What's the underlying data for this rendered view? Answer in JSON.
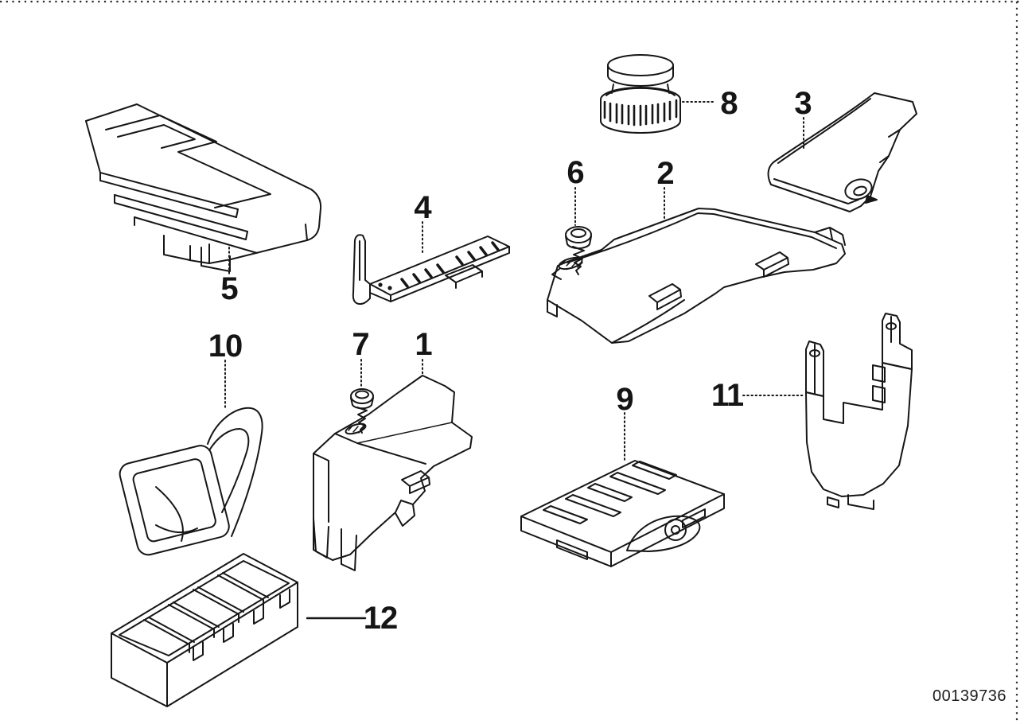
{
  "diagram": {
    "image_id": "00139736",
    "parts": [
      {
        "label": "1"
      },
      {
        "label": "2"
      },
      {
        "label": "3"
      },
      {
        "label": "4"
      },
      {
        "label": "5"
      },
      {
        "label": "6"
      },
      {
        "label": "7"
      },
      {
        "label": "8"
      },
      {
        "label": "9"
      },
      {
        "label": "10"
      },
      {
        "label": "11"
      },
      {
        "label": "12"
      }
    ],
    "colors": {
      "background": "#ffffff",
      "line": "#161616"
    }
  }
}
